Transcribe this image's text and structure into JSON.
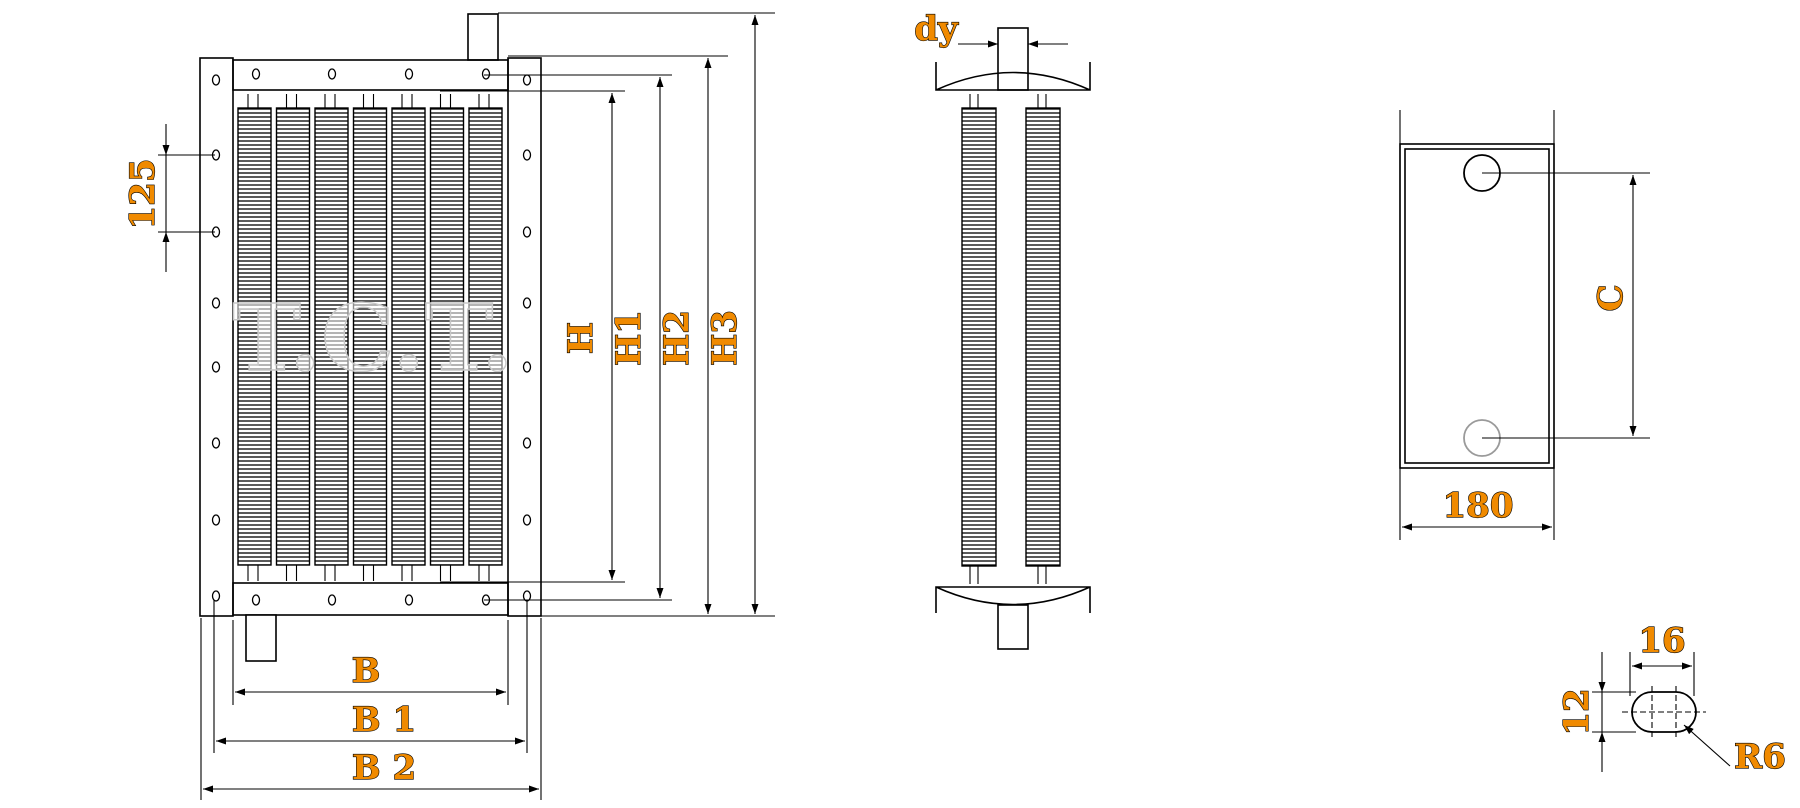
{
  "watermark": "T.C.T.",
  "front_view": {
    "labels": {
      "pitch": "125",
      "H": "H",
      "H1": "H1",
      "H2": "H2",
      "H3": "H3",
      "B": "B",
      "B1": "B 1",
      "B2": "B 2"
    }
  },
  "side_view": {
    "labels": {
      "dy": "dy"
    }
  },
  "flange_view": {
    "labels": {
      "C": "C",
      "width": "180"
    }
  },
  "slot_detail": {
    "labels": {
      "length": "16",
      "height": "12",
      "radius": "R6"
    }
  }
}
